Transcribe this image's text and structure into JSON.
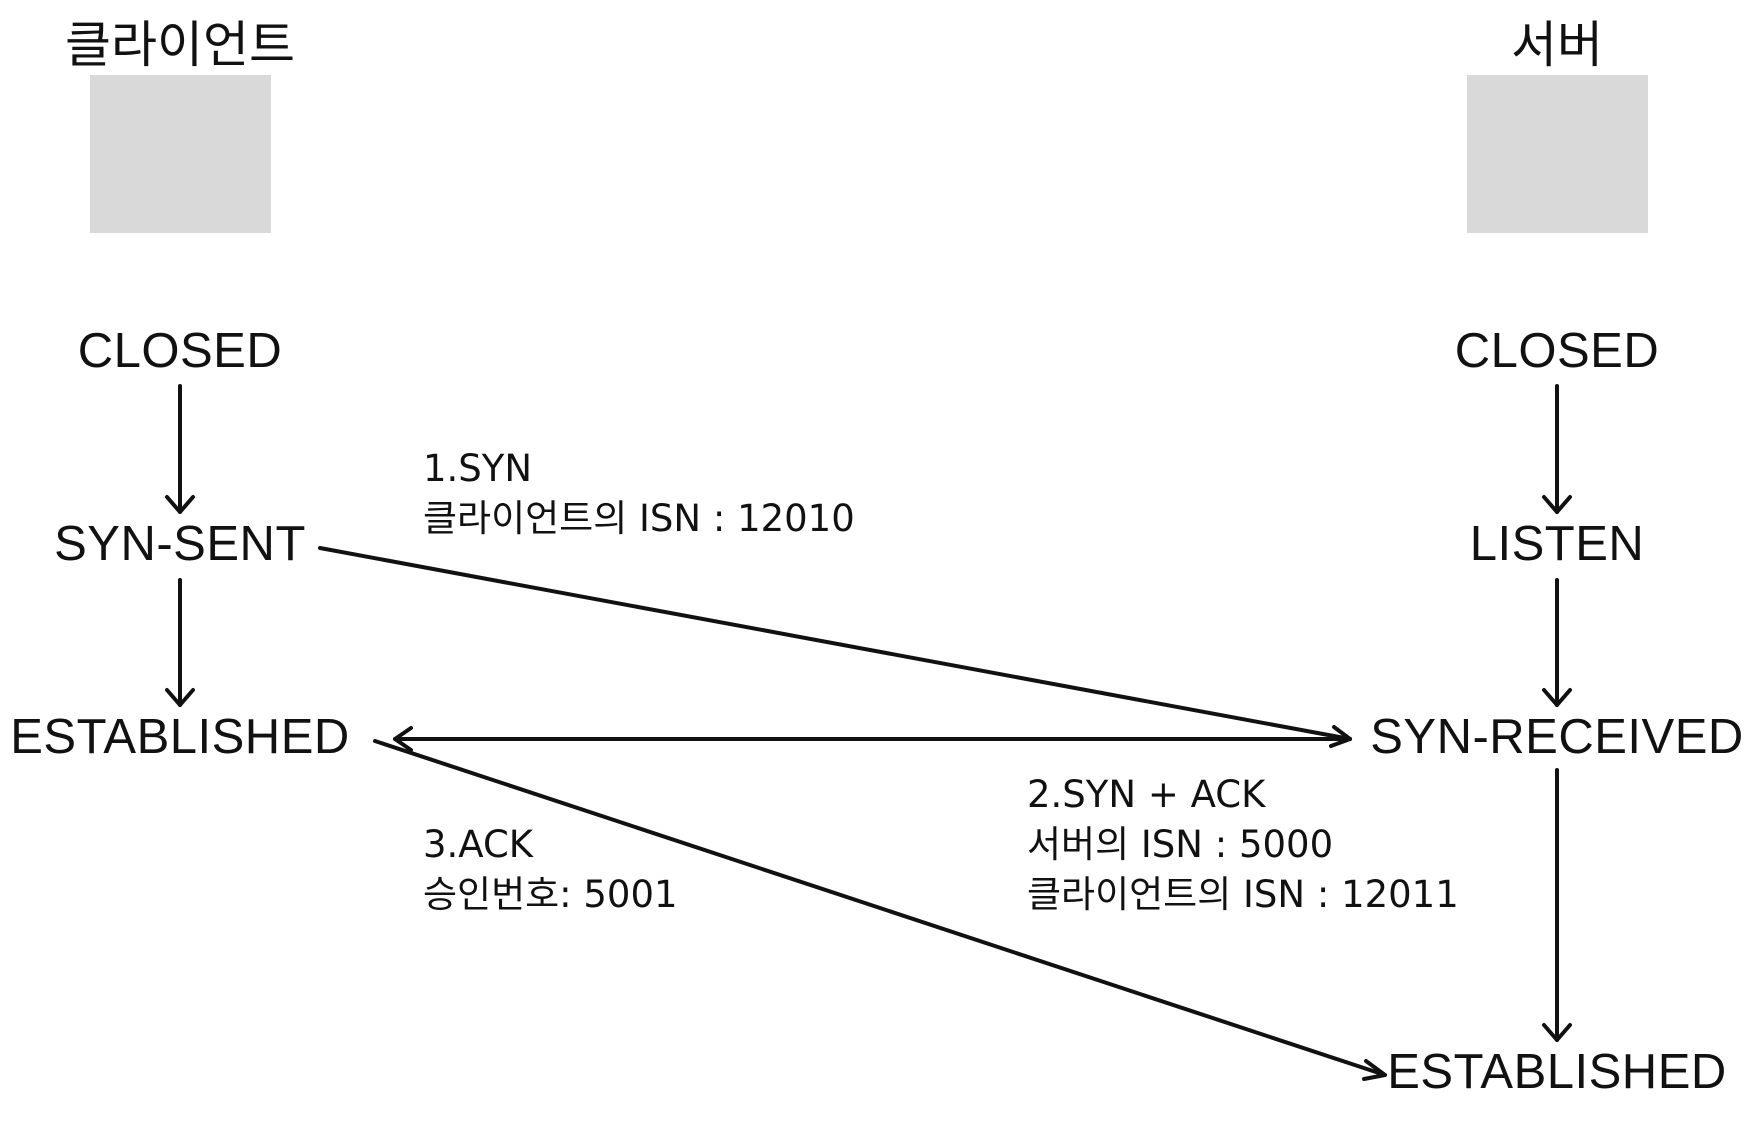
{
  "client": {
    "title": "클라이언트",
    "states": {
      "closed": "CLOSED",
      "syn_sent": "SYN-SENT",
      "established": "ESTABLISHED"
    }
  },
  "server": {
    "title": "서버",
    "states": {
      "closed": "CLOSED",
      "listen": "LISTEN",
      "syn_received": "SYN-RECEIVED",
      "established": "ESTABLISHED"
    }
  },
  "messages": {
    "syn": {
      "line1": "1.SYN",
      "line2": "클라이언트의 ISN : 12010"
    },
    "syn_ack": {
      "line1": "2.SYN + ACK",
      "line2": "서버의 ISN : 5000",
      "line3": "클라이언트의 ISN : 12011"
    },
    "ack": {
      "line1": "3.ACK",
      "line2": "승인번호: 5001"
    }
  },
  "colors": {
    "box": "#d9d9d9",
    "stroke": "#111111",
    "background": "#ffffff"
  }
}
